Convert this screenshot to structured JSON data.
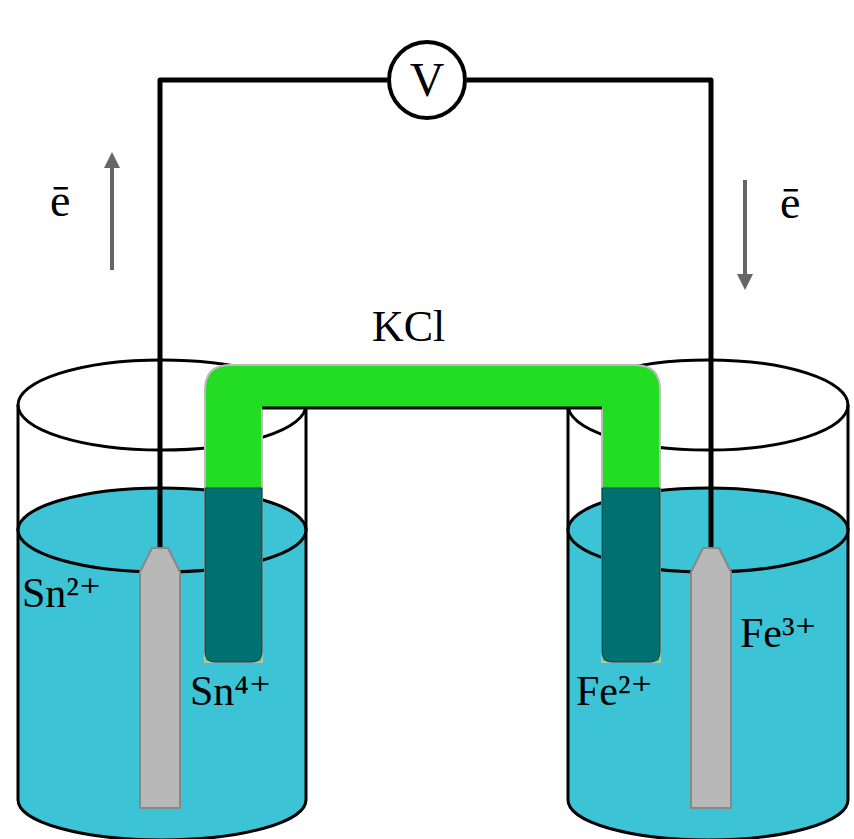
{
  "diagram": {
    "nodes": [
      {
        "text": [
          "Sn²⁺",
          "Sn⁴⁺"
        ]
      },
      {
        "text": [
          "V"
        ]
      },
      {
        "text": [
          "Fe²⁺",
          "Fe³⁺"
        ]
      }
    ],
    "edges": [
      {
        "from": 0,
        "to": 1,
        "arrow": "none"
      },
      {
        "from": 1,
        "to": 2,
        "arrow": "none"
      }
    ],
    "labels": [
      "ē",
      "ē",
      "KCl"
    ]
  }
}
